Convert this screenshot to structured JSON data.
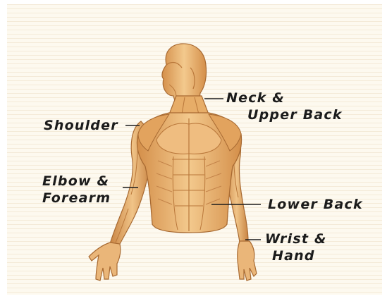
{
  "labels": {
    "neck": {
      "line1": "Neck &",
      "line2": "Upper Back"
    },
    "shoulder": {
      "line1": "Shoulder"
    },
    "elbow": {
      "line1": "Elbow &",
      "line2": "Forearm"
    },
    "lower_back": {
      "line1": "Lower Back"
    },
    "wrist": {
      "line1": "Wrist &",
      "line2": "Hand"
    }
  },
  "colors": {
    "paper": "#fdf9ef",
    "muscle_light": "#f3c98d",
    "muscle_mid": "#e2a35e",
    "muscle_dark": "#b9773a",
    "outline": "#a86a32",
    "leader_line": "#1b1b1b",
    "text": "#1b1b1b"
  },
  "figure": {
    "icon": "muscle-anatomy-torso-figure"
  }
}
